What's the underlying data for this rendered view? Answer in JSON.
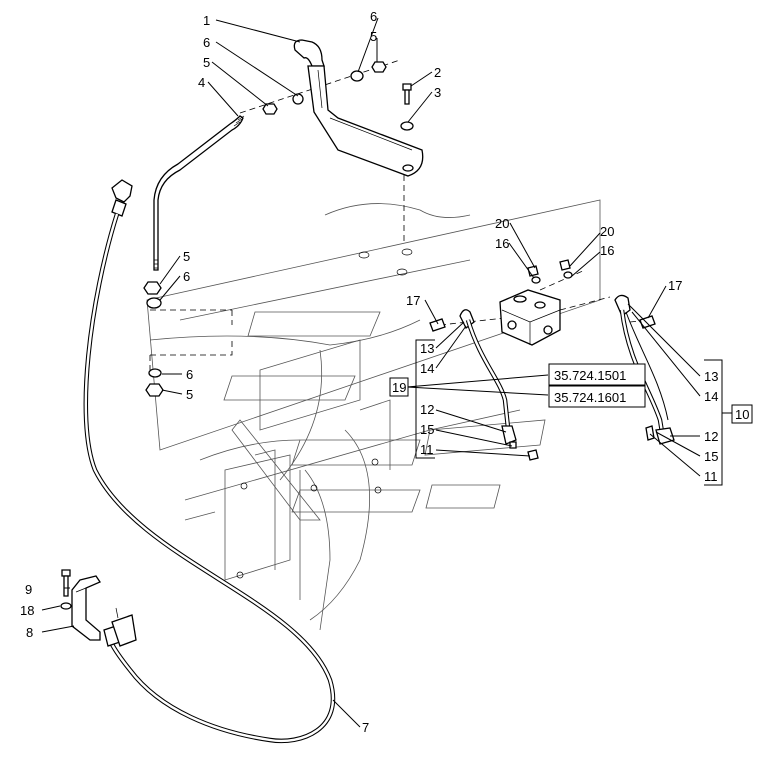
{
  "callouts": {
    "p1": "1",
    "p2": "2",
    "p3": "3",
    "p4": "4",
    "p5a": "5",
    "p5b": "5",
    "p5c": "5",
    "p5d": "5",
    "p6a": "6",
    "p6b": "6",
    "p6c": "6",
    "p6d": "6",
    "p7": "7",
    "p8": "8",
    "p9": "9",
    "p10": "10",
    "p11a": "11",
    "p11b": "11",
    "p12a": "12",
    "p12b": "12",
    "p13a": "13",
    "p13b": "13",
    "p14a": "14",
    "p14b": "14",
    "p15a": "15",
    "p15b": "15",
    "p16a": "16",
    "p16b": "16",
    "p17a": "17",
    "p17b": "17",
    "p18": "18",
    "p19": "19",
    "p20a": "20",
    "p20b": "20"
  },
  "references": {
    "ref_a": "35.724.1501",
    "ref_b": "35.724.1601"
  }
}
